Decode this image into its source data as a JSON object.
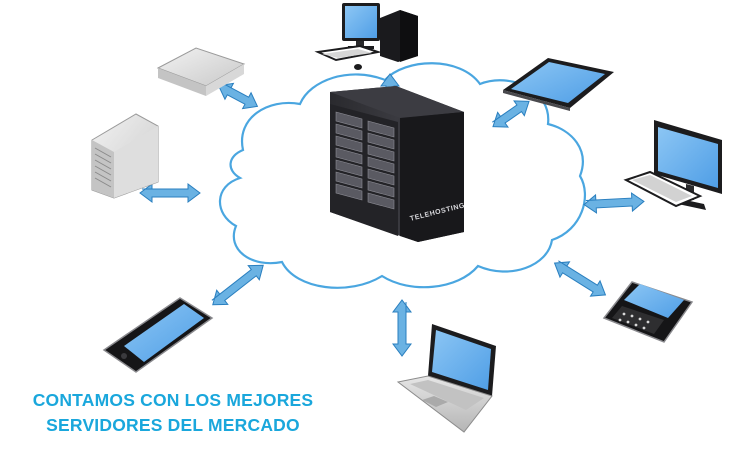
{
  "caption": {
    "line1": "CONTAMOS CON LOS MEJORES",
    "line2": "SERVIDORES DEL MERCADO",
    "color": "#1aa7dc"
  },
  "server": {
    "brand_label": "TELEHOSTING"
  },
  "colors": {
    "cloud_stroke": "#4aa6e0",
    "arrow_fill": "#6ab2e3",
    "arrow_stroke": "#2a7fbf",
    "screen": "#6fb4ee",
    "device_dark": "#1c1c1e"
  },
  "devices": [
    {
      "name": "desktop-computer-icon"
    },
    {
      "name": "tablet-icon"
    },
    {
      "name": "monitor-keyboard-icon"
    },
    {
      "name": "blackberry-phone-icon"
    },
    {
      "name": "laptop-icon"
    },
    {
      "name": "smartphone-icon"
    },
    {
      "name": "tower-server-icon"
    },
    {
      "name": "flat-server-icon"
    },
    {
      "name": "server-rack-icon"
    }
  ]
}
